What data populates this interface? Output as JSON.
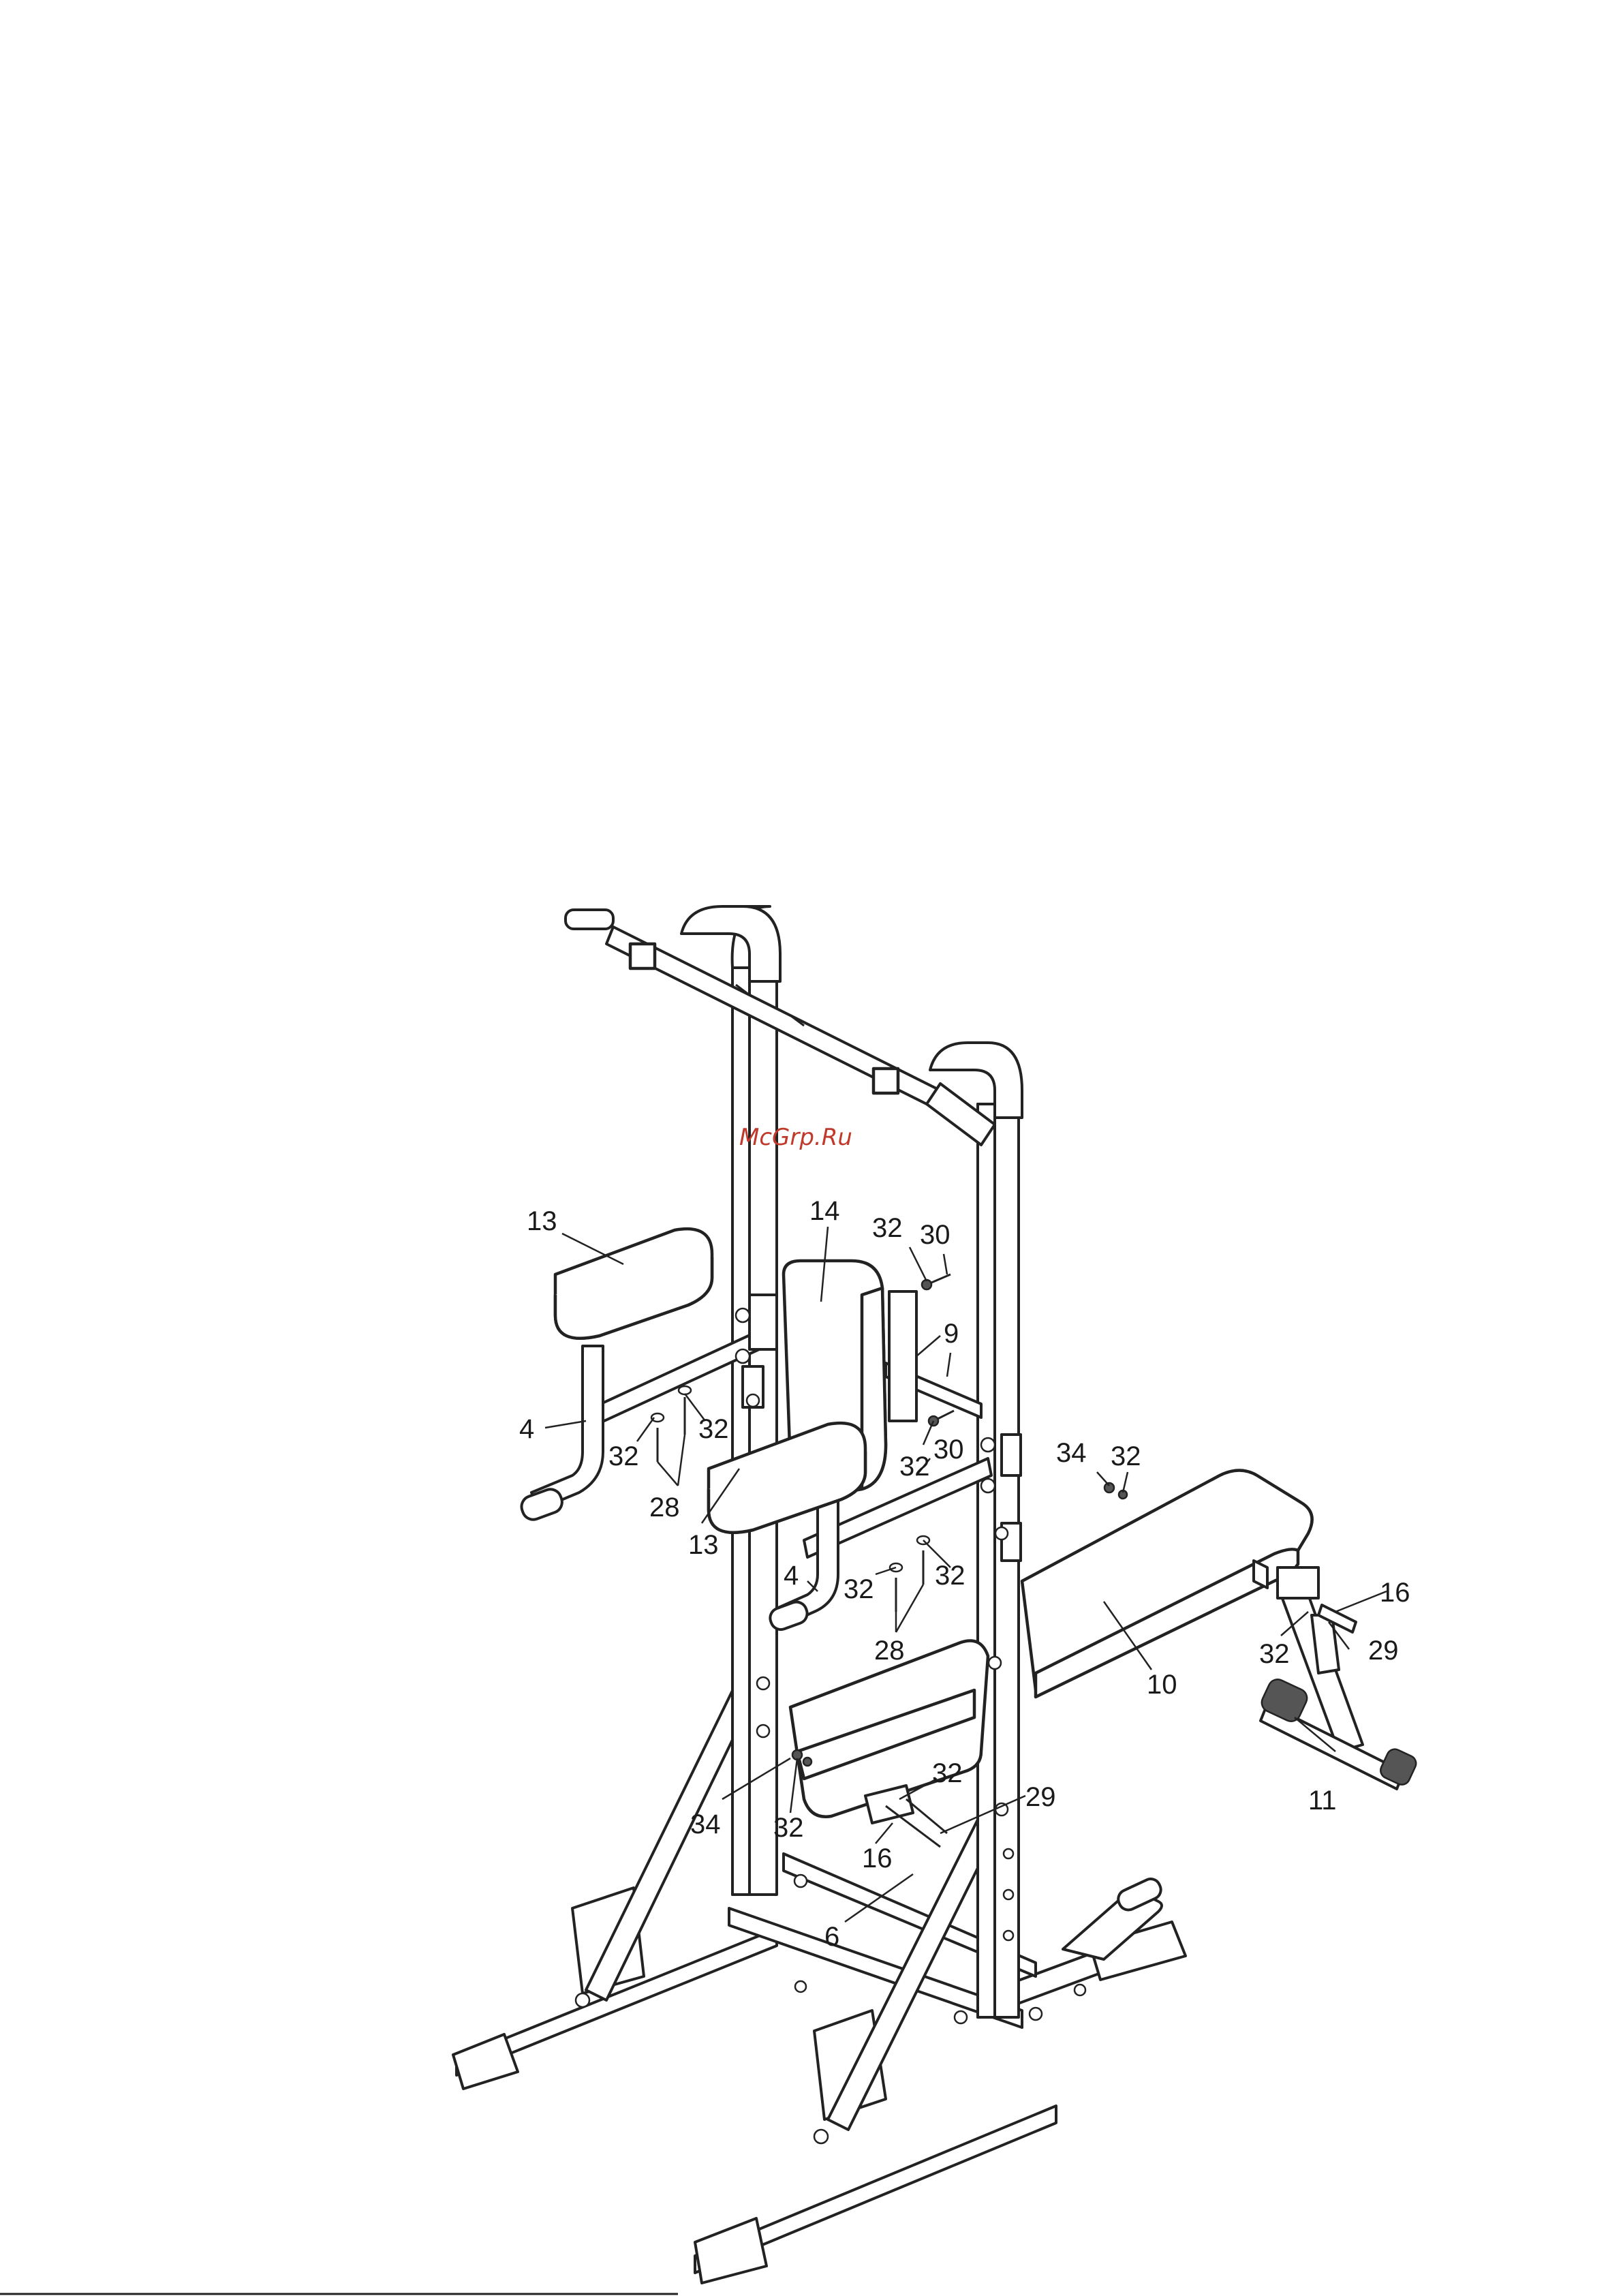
{
  "watermark": "McGrp.Ru",
  "colors": {
    "ink": "#222222",
    "watermark": "#c0392b",
    "background": "#ffffff"
  },
  "callouts": {
    "c13a": "13",
    "c14": "14",
    "c32a": "32",
    "c30a": "30",
    "c9": "9",
    "c4a": "4",
    "c32b": "32",
    "c32c": "32",
    "c28a": "28",
    "c13b": "13",
    "c32d": "32",
    "c30b": "30",
    "c34a": "34",
    "c32e": "32",
    "c4b": "4",
    "c32f": "32",
    "c32g": "32",
    "c28b": "28",
    "c16a": "16",
    "c32h": "32",
    "c29a": "29",
    "c10": "10",
    "c11": "11",
    "c32i": "32",
    "c29b": "29",
    "c34b": "34",
    "c32j": "32",
    "c16b": "16",
    "c6": "6"
  }
}
